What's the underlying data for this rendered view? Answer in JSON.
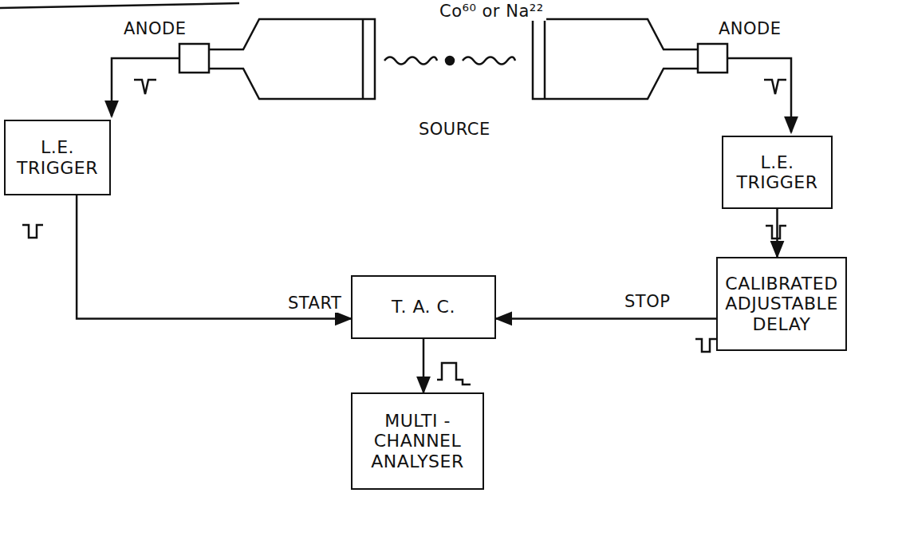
{
  "diagram": {
    "nodes": [
      {
        "text": [
          "L.E. TRIGGER"
        ]
      },
      {
        "text": [
          "L.E. TRIGGER"
        ]
      },
      {
        "text": [
          "T. A. C."
        ]
      },
      {
        "text": [
          "CALIBRATED ADJUSTABLE DELAY"
        ]
      },
      {
        "text": [
          "MULTI - CHANNEL ANALYSER"
        ]
      }
    ],
    "edges": [
      {
        "from": 0,
        "to": 2,
        "arrow": "to",
        "label": "START"
      },
      {
        "from": 1,
        "to": 3,
        "arrow": "to"
      },
      {
        "from": 3,
        "to": 2,
        "arrow": "to",
        "label": "STOP"
      },
      {
        "from": 2,
        "to": 4,
        "arrow": "to"
      }
    ],
    "labels": [
      "Co⁶⁰ or Na²²",
      "ANODE",
      "ANODE",
      "SOURCE"
    ]
  }
}
